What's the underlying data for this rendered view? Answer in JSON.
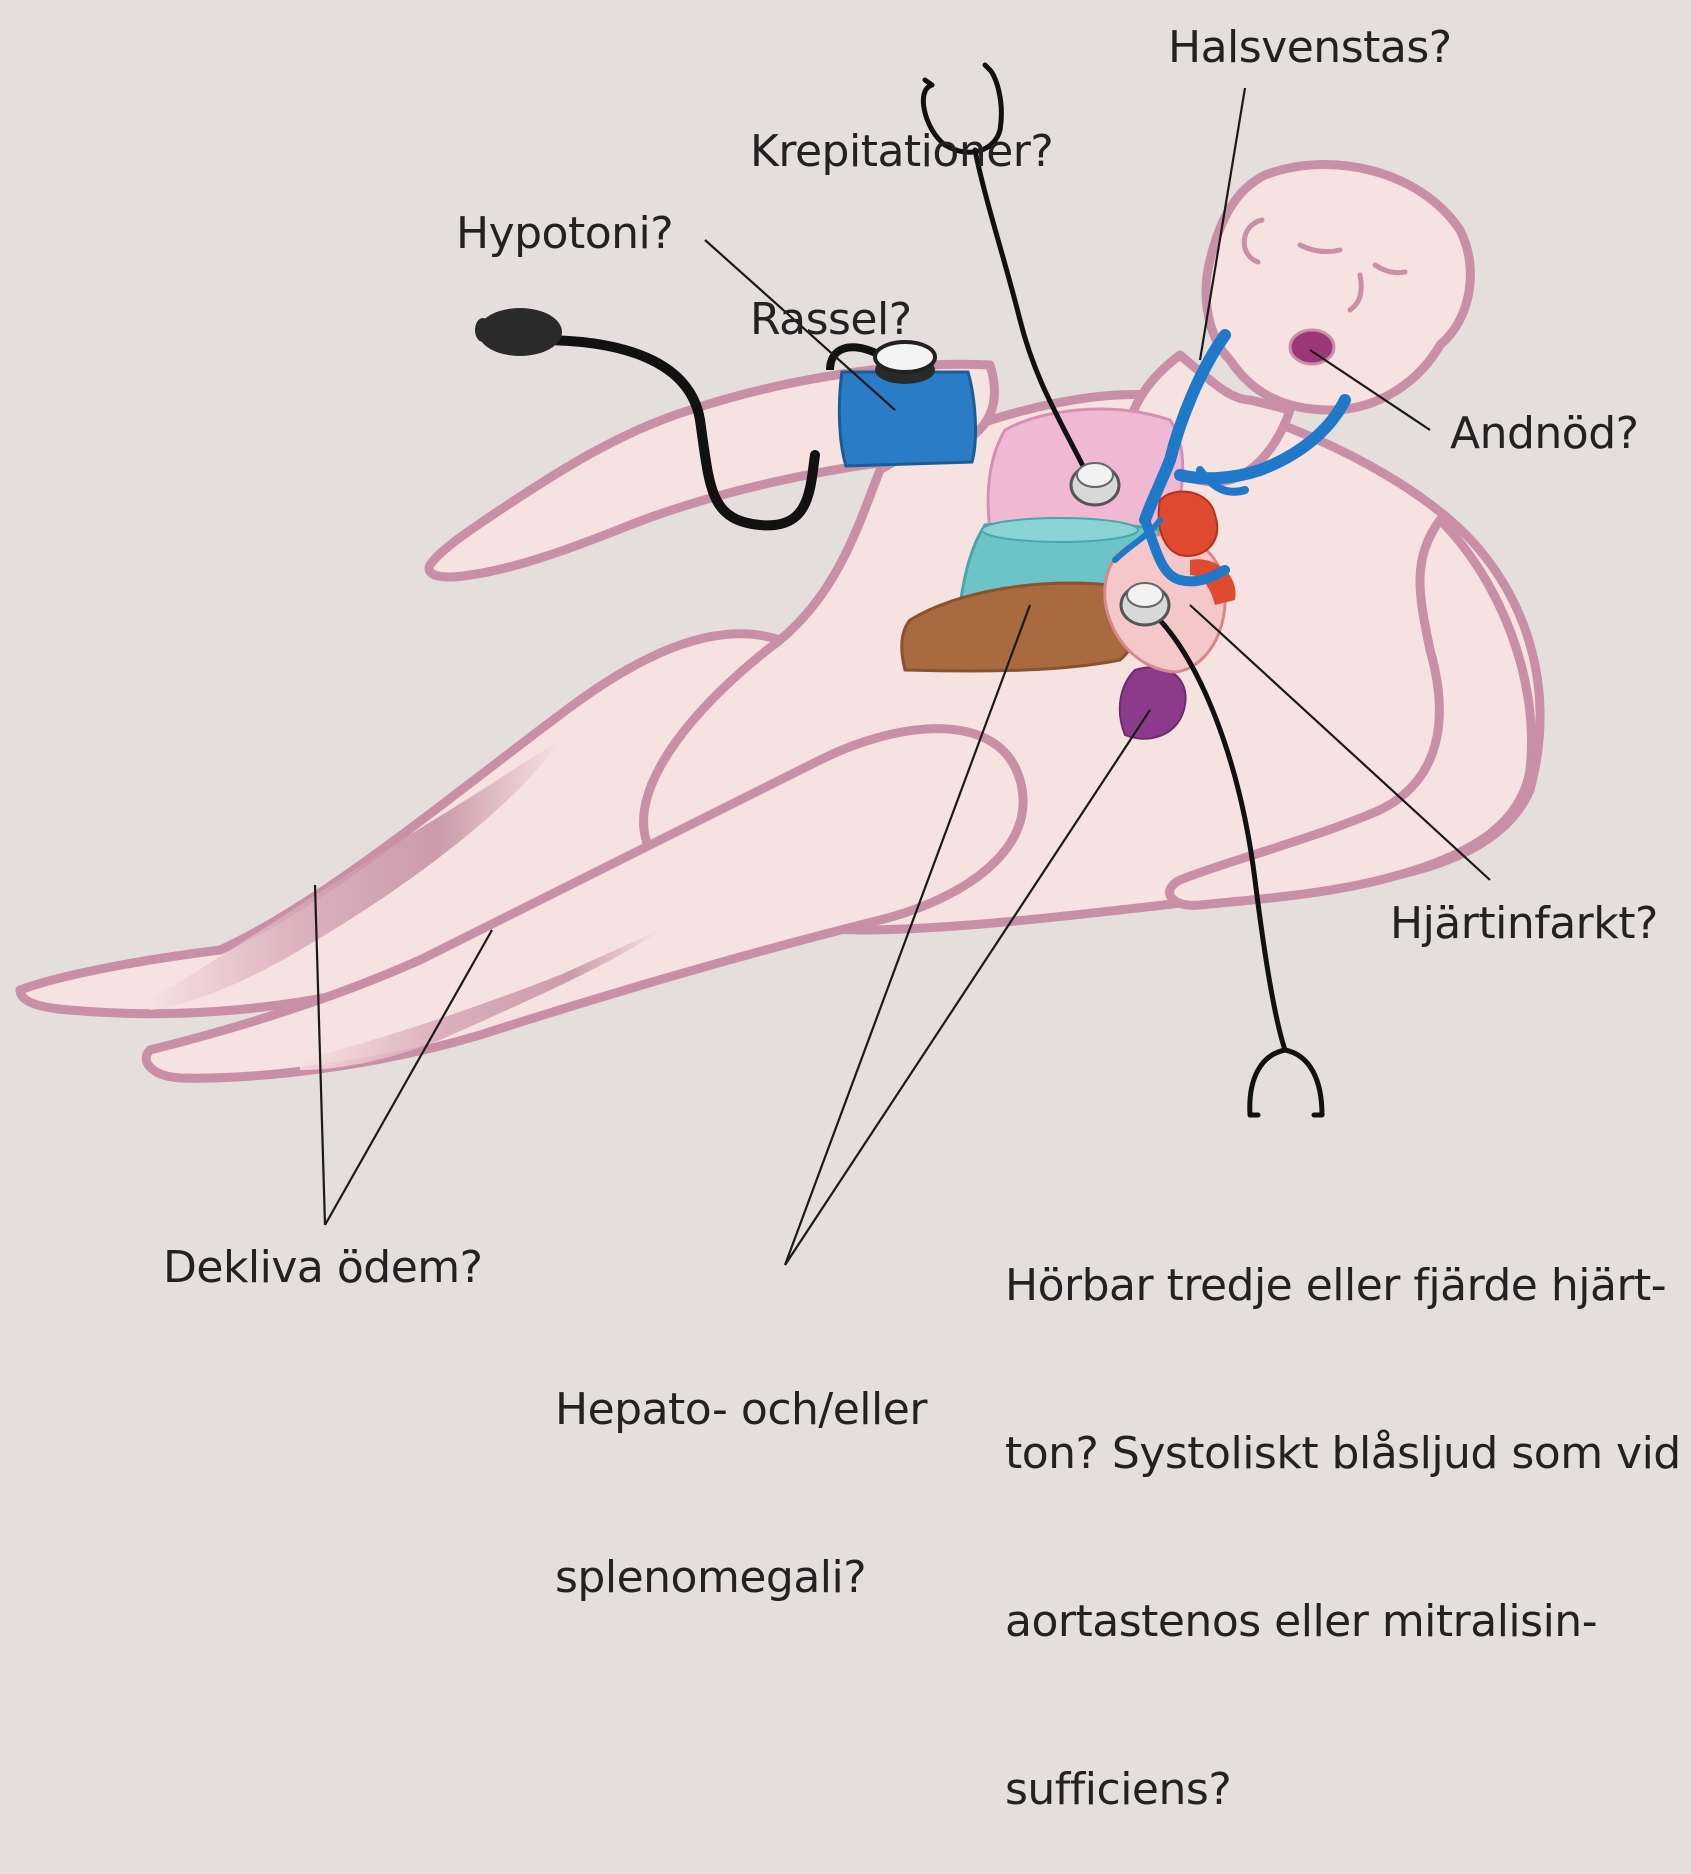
{
  "labels": {
    "krepitationer_l1": "Krepitationer?",
    "krepitationer_l2": "Rassel?",
    "halsvenstas": "Halsvenstas?",
    "hypotoni": "Hypotoni?",
    "andnod": "Andnöd?",
    "hjartinfarkt": "Hjärtinfarkt?",
    "hjartton_l1": "Hörbar tredje eller fjärde hjärt-",
    "hjartton_l2": "ton? Systoliskt blåsljud som vid",
    "hjartton_l3": "aortastenos eller mitralisin-",
    "hjartton_l4": "sufficiens?",
    "dekliva_odem": "Dekliva ödem?",
    "hepato_l1": "Hepato- och/eller",
    "hepato_l2": "splenomegali?"
  },
  "colors": {
    "background": "#e4dedd",
    "skin": "#f6e2e1",
    "outline": "#c98fa6",
    "lung": "#f0b8d2",
    "fluid": "#6cc4c8",
    "liver": "#a86a3e",
    "spleen": "#8c3a8c",
    "vein": "#1f78c8",
    "heart": "#e04a30",
    "cuff": "#2a7cc6",
    "edema": "#c89aae"
  },
  "icons": [
    "blood-pressure-cuff-icon",
    "stethoscope-icon",
    "heart-icon",
    "lungs-icon",
    "liver-icon",
    "spleen-icon"
  ]
}
